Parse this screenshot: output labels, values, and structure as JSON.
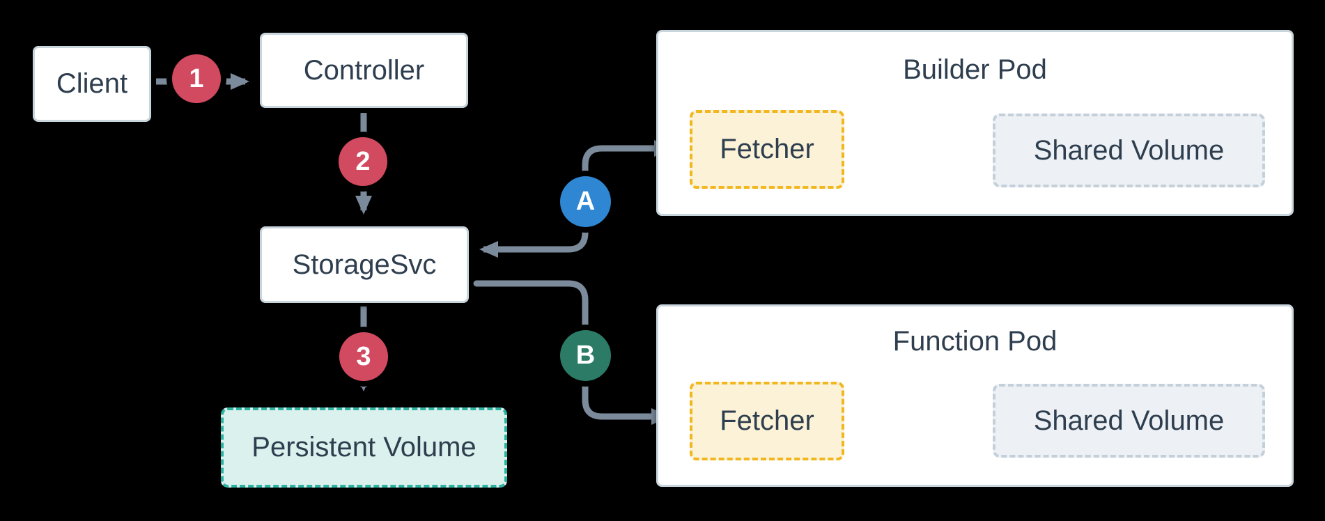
{
  "nodes": {
    "client": {
      "label": "Client"
    },
    "controller": {
      "label": "Controller"
    },
    "storage_svc": {
      "label": "StorageSvc"
    },
    "persistent_volume": {
      "label": "Persistent Volume"
    }
  },
  "pods": {
    "builder": {
      "title": "Builder Pod",
      "fetcher_label": "Fetcher",
      "shared_volume_label": "Shared Volume"
    },
    "function": {
      "title": "Function Pod",
      "fetcher_label": "Fetcher",
      "shared_volume_label": "Shared Volume"
    }
  },
  "badges": {
    "step_1": {
      "label": "1",
      "color": "#d24a60"
    },
    "step_2": {
      "label": "2",
      "color": "#d24a60"
    },
    "step_3": {
      "label": "3",
      "color": "#d24a60"
    },
    "flow_a": {
      "label": "A",
      "color": "#2f86d2"
    },
    "flow_b": {
      "label": "B",
      "color": "#2b7b66"
    }
  },
  "edges": [
    {
      "from": "Client",
      "to": "Controller",
      "badge": "1",
      "direction": "one-way"
    },
    {
      "from": "Controller",
      "to": "StorageSvc",
      "badge": "2",
      "direction": "one-way"
    },
    {
      "from": "StorageSvc",
      "to": "Persistent Volume",
      "badge": "3",
      "direction": "one-way"
    },
    {
      "from": "StorageSvc",
      "to": "Builder Pod Fetcher",
      "badge": "A",
      "direction": "bidirectional"
    },
    {
      "from": "StorageSvc",
      "to": "Function Pod Fetcher",
      "badge": "B",
      "direction": "one-way"
    },
    {
      "from": "Builder Pod Fetcher",
      "to": "Builder Pod Shared Volume",
      "direction": "bidirectional"
    },
    {
      "from": "Function Pod Fetcher",
      "to": "Function Pod Shared Volume",
      "direction": "one-way"
    }
  ],
  "colors": {
    "background": "#000000",
    "box_fill": "#ffffff",
    "box_border": "#c9d5dd",
    "text": "#2e3e4e",
    "arrow": "#7b8b9b",
    "step_badge": "#d24a60",
    "flow_a_badge": "#2f86d2",
    "flow_b_badge": "#2b7b66",
    "fetcher_border": "#f2b61f",
    "fetcher_fill": "#fbf2d7",
    "shared_volume_border": "#c3cfd9",
    "shared_volume_fill": "#edf1f5",
    "persistent_volume_border": "#2cb3a2",
    "persistent_volume_fill": "#dbf1ed"
  }
}
